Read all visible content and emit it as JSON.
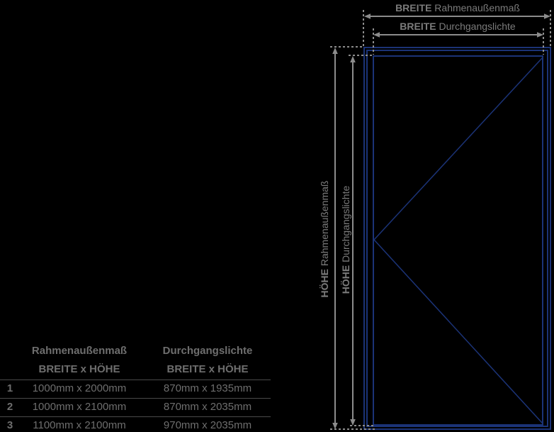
{
  "colors": {
    "background": "#000000",
    "door_line": "#1b3377",
    "dim_line": "#8c8c8c",
    "label_text": "#7b7b7b",
    "table_text": "#6e6e6e",
    "table_divider": "#4a4a4a"
  },
  "diagram": {
    "type": "door-dimension-drawing",
    "labels": {
      "breite_rahmen": {
        "bold": "BREITE",
        "rest": "Rahmenaußenmaß"
      },
      "breite_durchgang": {
        "bold": "BREITE",
        "rest": "Durchgangslichte"
      },
      "hoehe_rahmen": {
        "bold": "HÖHE",
        "rest": "Rahmenaußenmaß"
      },
      "hoehe_durchgang": {
        "bold": "HÖHE",
        "rest": "Durchgangslichte"
      }
    }
  },
  "table": {
    "col_rahmen_header": "Rahmenaußenmaß",
    "col_durchgang_header": "Durchgangslichte",
    "col_subheader": "BREITE x HÖHE",
    "rows": [
      {
        "num": "1",
        "rahmen": "1000mm x 2000mm",
        "durchgang": "870mm x 1935mm"
      },
      {
        "num": "2",
        "rahmen": "1000mm x 2100mm",
        "durchgang": "870mm x 2035mm"
      },
      {
        "num": "3",
        "rahmen": "1100mm x 2100mm",
        "durchgang": "970mm x 2035mm"
      }
    ]
  }
}
